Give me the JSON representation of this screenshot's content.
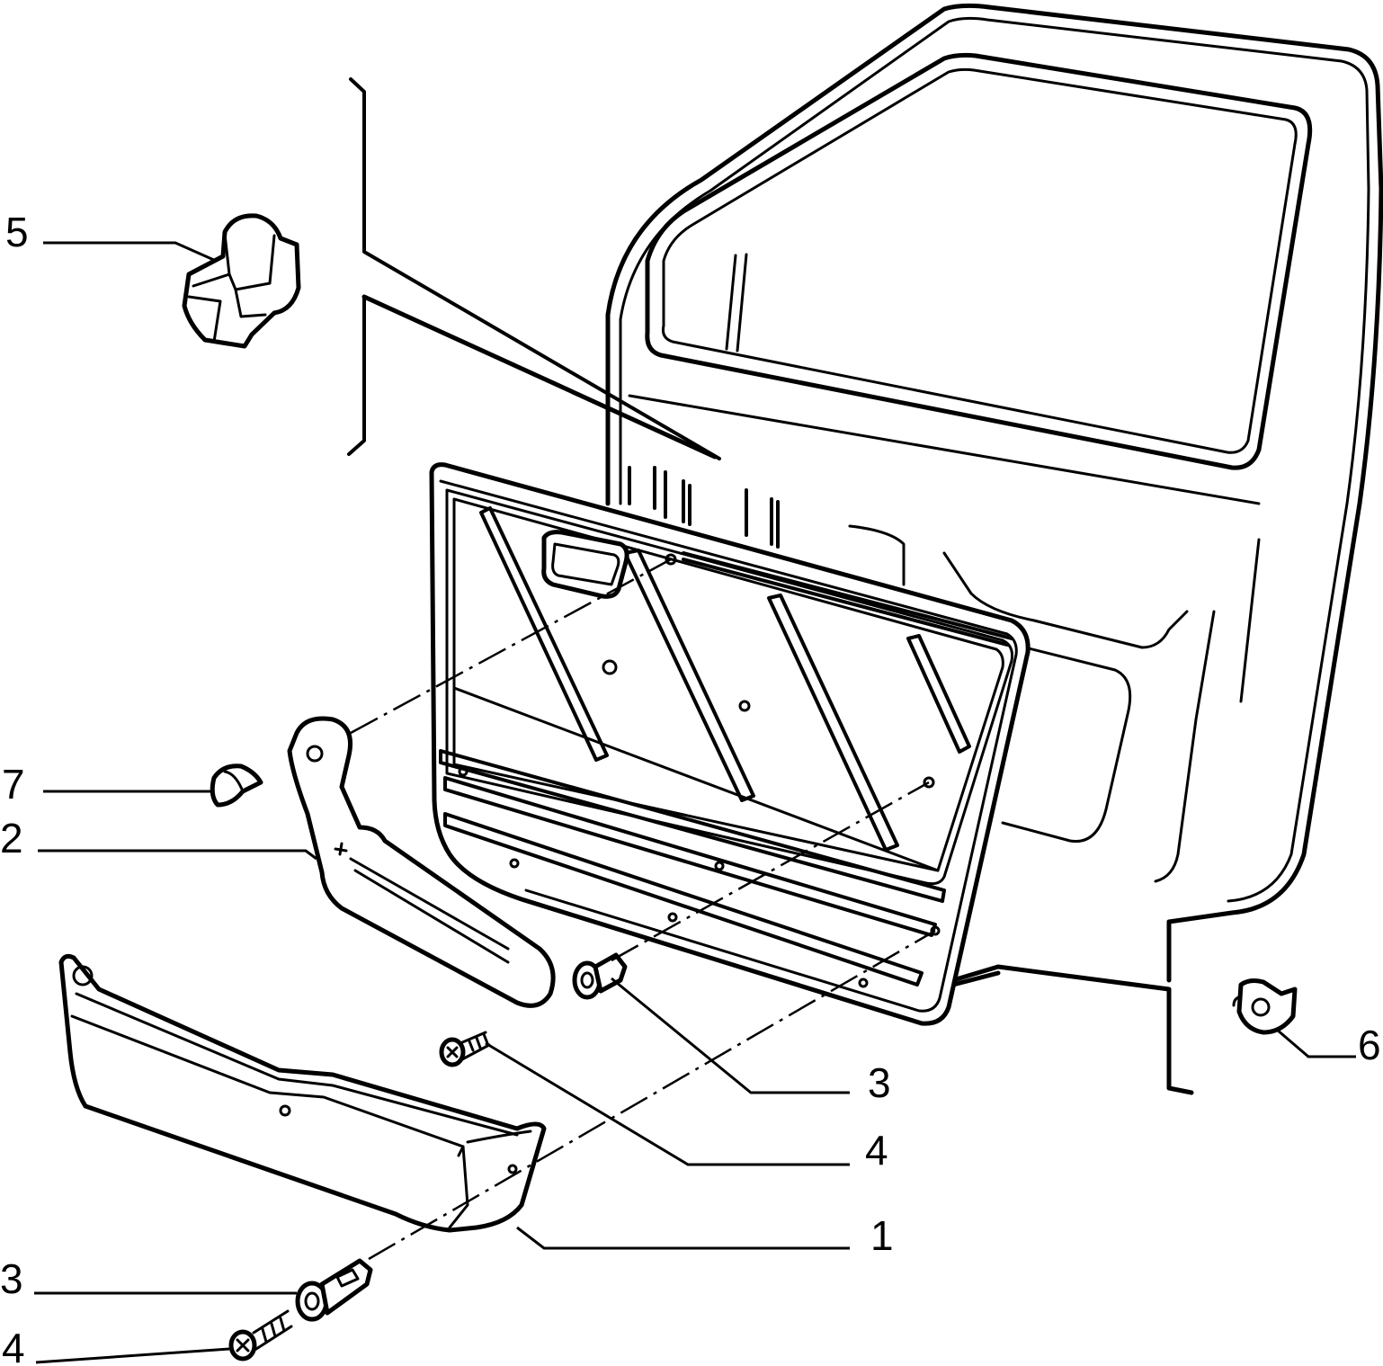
{
  "callouts": [
    {
      "id": "c5",
      "label": "5"
    },
    {
      "id": "c7",
      "label": "7"
    },
    {
      "id": "c2",
      "label": "2"
    },
    {
      "id": "c6",
      "label": "6"
    },
    {
      "id": "c3a",
      "label": "3"
    },
    {
      "id": "c4a",
      "label": "4"
    },
    {
      "id": "c1",
      "label": "1"
    },
    {
      "id": "c3b",
      "label": "3"
    },
    {
      "id": "c4b",
      "label": "4"
    }
  ]
}
